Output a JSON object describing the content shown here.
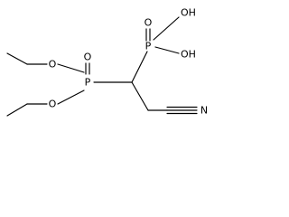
{
  "molecule": {
    "atoms": {
      "o_ester_top": "O",
      "o_ester_bottom": "O",
      "p_left": "P",
      "o_double_left": "O",
      "p_right": "P",
      "o_double_right": "O",
      "oh_top": "OH",
      "oh_bottom": "OH",
      "n_nitrile": "N"
    }
  }
}
